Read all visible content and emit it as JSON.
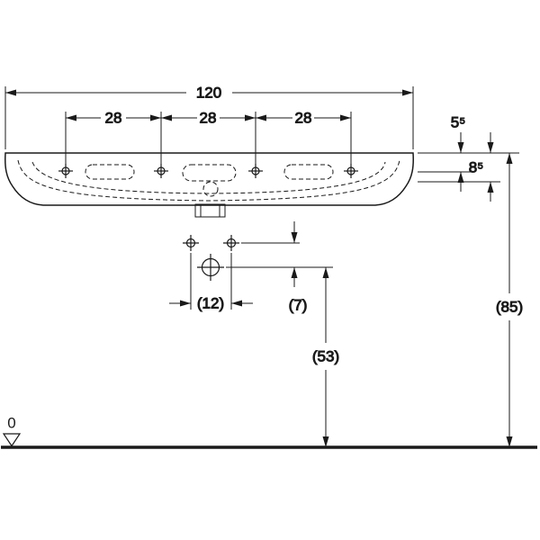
{
  "drawing": {
    "product": "washbasin front-view dimension drawing",
    "colors": {
      "line": "#1a1a1a",
      "background": "#ffffff"
    },
    "dimensions": {
      "overall_width": "120",
      "tap_hole_spacings": [
        "28",
        "28",
        "28"
      ],
      "front_edge_height": "5⁵",
      "total_edge_height": "8⁵",
      "fixing_hole_spacing": "(12)",
      "fixing_to_drain_offset": "(7)",
      "drain_height_above_floor": "(53)",
      "rim_height_above_floor": "(85)",
      "floor_datum": "0"
    }
  }
}
